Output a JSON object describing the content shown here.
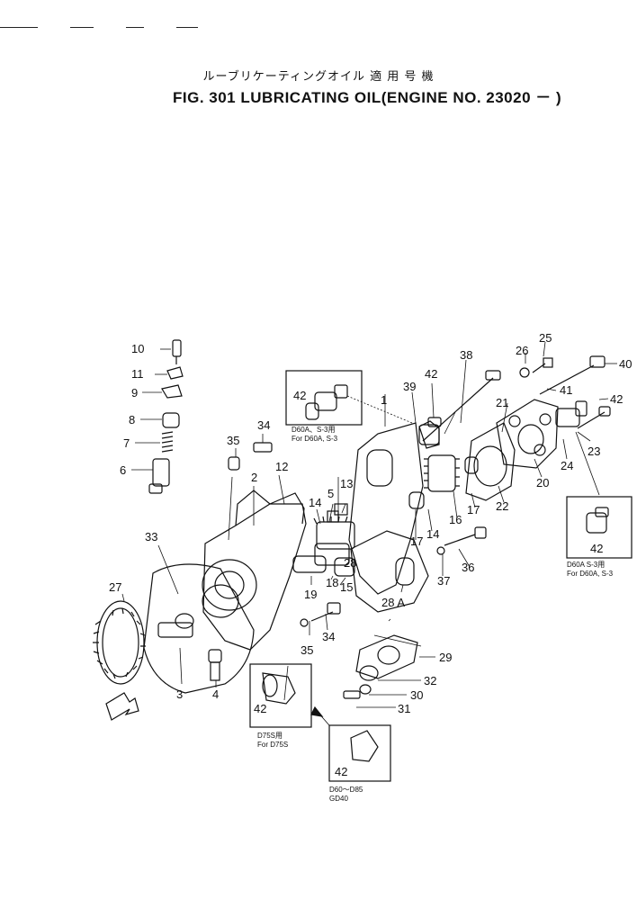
{
  "header": {
    "title_jp": "ルーブリケーティングオイル 適 用 号 機",
    "title_en": "FIG. 301  LUBRICATING OIL(ENGINE NO. 23020 －  )"
  },
  "diagram": {
    "part_numbers": [
      "10",
      "11",
      "9",
      "8",
      "7",
      "6",
      "35",
      "34",
      "2",
      "12",
      "33",
      "27",
      "3",
      "4",
      "14",
      "5",
      "13",
      "15",
      "18",
      "19",
      "28",
      "1",
      "39",
      "42",
      "38",
      "26",
      "25",
      "40",
      "41",
      "42",
      "21",
      "23",
      "24",
      "20",
      "22",
      "17",
      "16",
      "14",
      "17",
      "36",
      "37",
      "28 A",
      "35",
      "34",
      "29",
      "32",
      "30",
      "31",
      "42",
      "42"
    ],
    "notes": {
      "box_top_left": [
        "D60A、S-3用",
        "For  D60A, S-3"
      ],
      "box_right": [
        "D60A  S-3用",
        "For  D60A, S-3"
      ],
      "box_bottom_left": [
        "D75S用",
        "For  D75S"
      ],
      "box_bottom_center": [
        "D60～D85",
        "GD40"
      ]
    }
  }
}
